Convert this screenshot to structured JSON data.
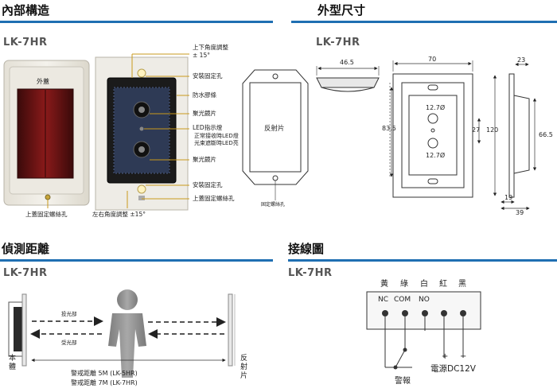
{
  "sections": {
    "internal": {
      "title": "內部構造",
      "model": "LK-7HR"
    },
    "dimensions": {
      "title": "外型尺寸",
      "model": "LK-7HR"
    },
    "detection": {
      "title": "偵測距離",
      "model": "LK-7HR"
    },
    "wiring": {
      "title": "接線圖",
      "model": "LK-7HR"
    }
  },
  "internal_labels": {
    "cover": "外蓋",
    "top_screw": "上蓋固定螺絲孔",
    "horizontal_adjust": "左右角度調整 ±15°",
    "vertical_adjust_1": "上下角度調整",
    "vertical_adjust_2": "± 15°",
    "mount_hole_top": "安裝固定孔",
    "gasket": "防水膠條",
    "lens_top": "聚光鏡片",
    "led": "LED指示燈",
    "led_note_1": "正常接收時LED燈",
    "led_note_2": "光束遮斷時LED亮",
    "lens_bottom": "聚光鏡片",
    "mount_hole_bottom": "安裝固定孔",
    "cover_screw": "上蓋固定螺絲孔"
  },
  "dimension_labels": {
    "reflector": "反射片",
    "fixing_screw": "固定螺絲孔",
    "w_reflector": "46.5",
    "w_body": "70",
    "depth": "23",
    "h_center": "83.5",
    "spacing": "27",
    "h_total": "120",
    "lens_top": "12.7Ø",
    "lens_bottom": "12.7Ø",
    "h_side": "66.5",
    "d_19": "19",
    "d_39": "39"
  },
  "detection_labels": {
    "emit": "投光部",
    "receive": "受光部",
    "body": "本體",
    "reflector": "反射片",
    "range_1": "警戒距離 5M (LK-5HR)",
    "range_2": "警戒距離 7M (LK-7HR)"
  },
  "wiring_labels": {
    "colors": [
      "黃",
      "綠",
      "白",
      "紅",
      "黑"
    ],
    "terminals": [
      "NC",
      "COM",
      "NO"
    ],
    "plus": "+",
    "minus": "−",
    "alarm": "警報",
    "power": "電源DC12V"
  },
  "colors": {
    "accent": "#1f6fb2"
  }
}
